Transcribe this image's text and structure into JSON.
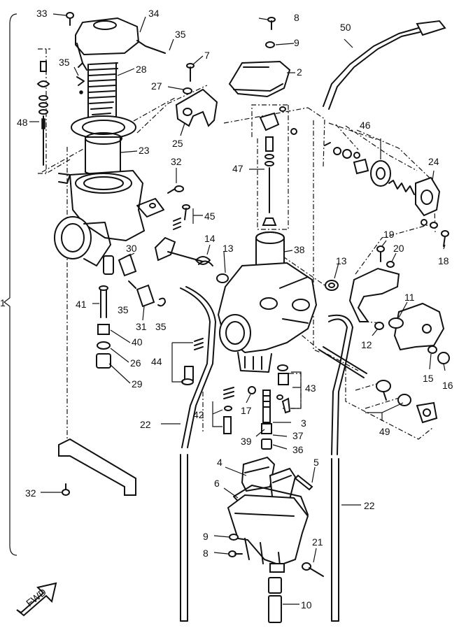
{
  "colors": {
    "ink": "#111111",
    "paper": "#ffffff"
  },
  "bracket_label": "1",
  "fwd_label": "FWD",
  "callouts": {
    "c33": "33",
    "c34": "34",
    "c35a": "35",
    "c35b": "35",
    "c35c": "35",
    "c35d": "35",
    "c28": "28",
    "c48": "48",
    "c23": "23",
    "c32a": "32",
    "c32b": "32",
    "c8a": "8",
    "c8b": "8",
    "c9a": "9",
    "c9b": "9",
    "c7": "7",
    "c27": "27",
    "c2": "2",
    "c25": "25",
    "c47": "47",
    "c50": "50",
    "c46": "46",
    "c24": "24",
    "c45": "45",
    "c14": "14",
    "c13a": "13",
    "c13b": "13",
    "c38": "38",
    "c30": "30",
    "c31": "31",
    "c41": "41",
    "c40": "40",
    "c26": "26",
    "c29": "29",
    "c44": "44",
    "c19": "19",
    "c20": "20",
    "c18": "18",
    "c11": "11",
    "c12": "12",
    "c15": "15",
    "c16": "16",
    "c43": "43",
    "c42": "42",
    "c17": "17",
    "c3": "3",
    "c39": "39",
    "c37": "37",
    "c36": "36",
    "c49": "49",
    "c22a": "22",
    "c22b": "22",
    "c4": "4",
    "c5": "5",
    "c6": "6",
    "c21": "21",
    "c10": "10"
  }
}
